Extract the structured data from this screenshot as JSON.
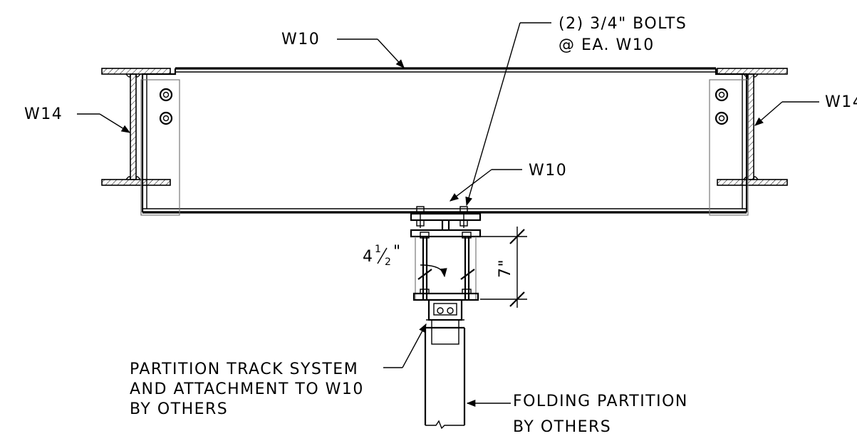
{
  "labels": {
    "w10_top": "W10",
    "bolts_line1": "(2) 3/4\" BOLTS",
    "bolts_line2": "@ EA. W10",
    "w14_left": "W14",
    "w14_right": "W14",
    "w10_hanger": "W10",
    "dim_width_whole": "4",
    "dim_width_frac_num": "1",
    "dim_width_frac_den": "2",
    "dim_width_inch": "\"",
    "dim_height": "7\"",
    "track_line1": "PARTITION TRACK SYSTEM",
    "track_line2": "AND ATTACHMENT TO W10",
    "track_line3": "BY OTHERS",
    "partition_line1": "FOLDING PARTITION",
    "partition_line2": "BY OTHERS"
  }
}
